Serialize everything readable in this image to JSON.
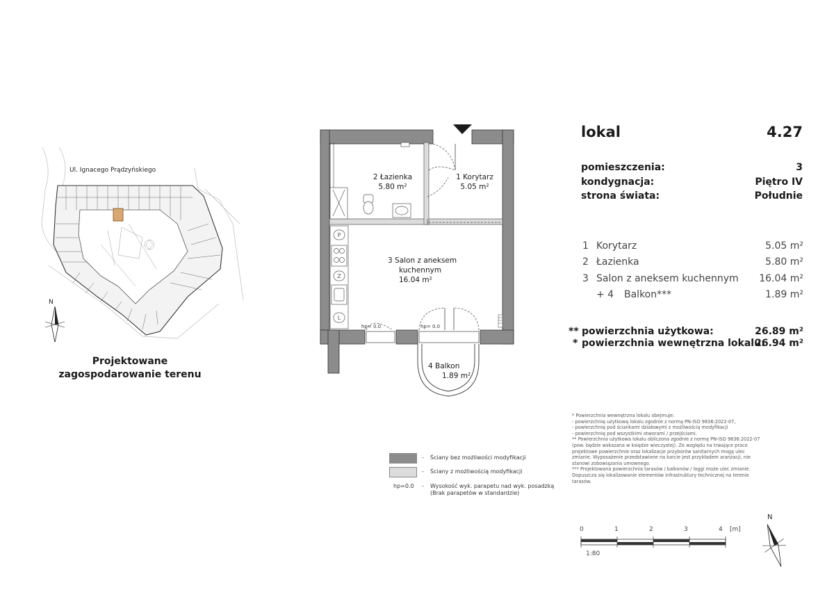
{
  "site": {
    "street": "Ul. Ignacego Prądzyńskiego",
    "caption_line1": "Projektowane",
    "caption_line2": "zagospodarowanie terenu",
    "north_label": "N"
  },
  "plan": {
    "rooms": [
      {
        "num": "2",
        "name": "Łazienka",
        "area": "5.80 m²"
      },
      {
        "num": "1",
        "name": "Korytarz",
        "area": "5.05 m²"
      },
      {
        "num": "3",
        "name_line1": "Salon z aneksem",
        "name_line2": "kuchennym",
        "area": "16.04 m²"
      },
      {
        "num": "4",
        "name": "Balkon",
        "area": "1.89 m²"
      }
    ],
    "hp_left": "hp= 0.0",
    "hp_right": "hp= 0.0",
    "appliance_icons": [
      "P",
      "Z",
      "L"
    ]
  },
  "info": {
    "title": "lokal",
    "number": "4.27",
    "meta": [
      {
        "label": "pomieszczenia:",
        "value": "3"
      },
      {
        "label": "kondygnacja:",
        "value": "Piętro IV"
      },
      {
        "label": "strona świata:",
        "value": "Południe"
      }
    ],
    "rooms": [
      {
        "num": "1",
        "name": "Korytarz",
        "area": "5.05 m²"
      },
      {
        "num": "2",
        "name": "Łazienka",
        "area": "5.80 m²"
      },
      {
        "num": "3",
        "name": "Salon z aneksem kuchennym",
        "area": "16.04 m²"
      },
      {
        "num": "+ 4",
        "name": "Balkon***",
        "area": "1.89 m²"
      }
    ],
    "areas": [
      {
        "mark": "**",
        "label": "powierzchnia użytkowa:",
        "value": "26.89 m²"
      },
      {
        "mark": "*",
        "label": "powierzchnia wewnętrzna lokalu:",
        "value": "26.94 m²"
      }
    ]
  },
  "notes": [
    "*    Powierzchnia wewnętrzna lokalu obejmuje:",
    "      - powierzchnię użytkową lokalu zgodnie z normą PN-ISO 9836:2022-07,",
    "      - powierzchnię pod ściankami działowymi z możliwością modyfikacji",
    "      - powierzchnię pod wszystkimi otworami / przejściami.",
    "**  Powierzchnia użytkowa lokalu obliczona zgodnie z normą PN-ISO 9836:2022-07",
    "      (pow. będzie wskazana w księdze wieczystej). Ze względu na trwające prace",
    "      projektowe powierzchnie oraz lokalizacje przyborów sanitarnych mogą ulec",
    "      zmianie. Wyposażenie przedstawione na karcie jest przykładem aranżacji, nie",
    "      stanowi zobowiązania umownego.",
    "*** Projektowana powierzchnia tarasów / balkonów / loggi może ulec zmianie.",
    "      Dopuszcza się lokalizowanie elementów infrastruktury technicznej na terenie",
    "      tarasów."
  ],
  "legend": {
    "wall_fixed": "Ściany bez możliwości modyfikacji",
    "wall_modifiable": "Ściany z możliwością modyfikacji",
    "hp_label": "hp=0.0",
    "hp_desc_line1": "Wysokość wyk. parapetu nad wyk. posadzką",
    "hp_desc_line2": "(Brak parapetów w standardzie)",
    "dash": "-",
    "colors": {
      "fixed": "#8c8c8c",
      "modifiable": "#dcdcdc"
    }
  },
  "scale": {
    "ticks": [
      "0",
      "1",
      "2",
      "3",
      "4"
    ],
    "unit": "[m]",
    "ratio": "1:80",
    "north_label": "N"
  }
}
